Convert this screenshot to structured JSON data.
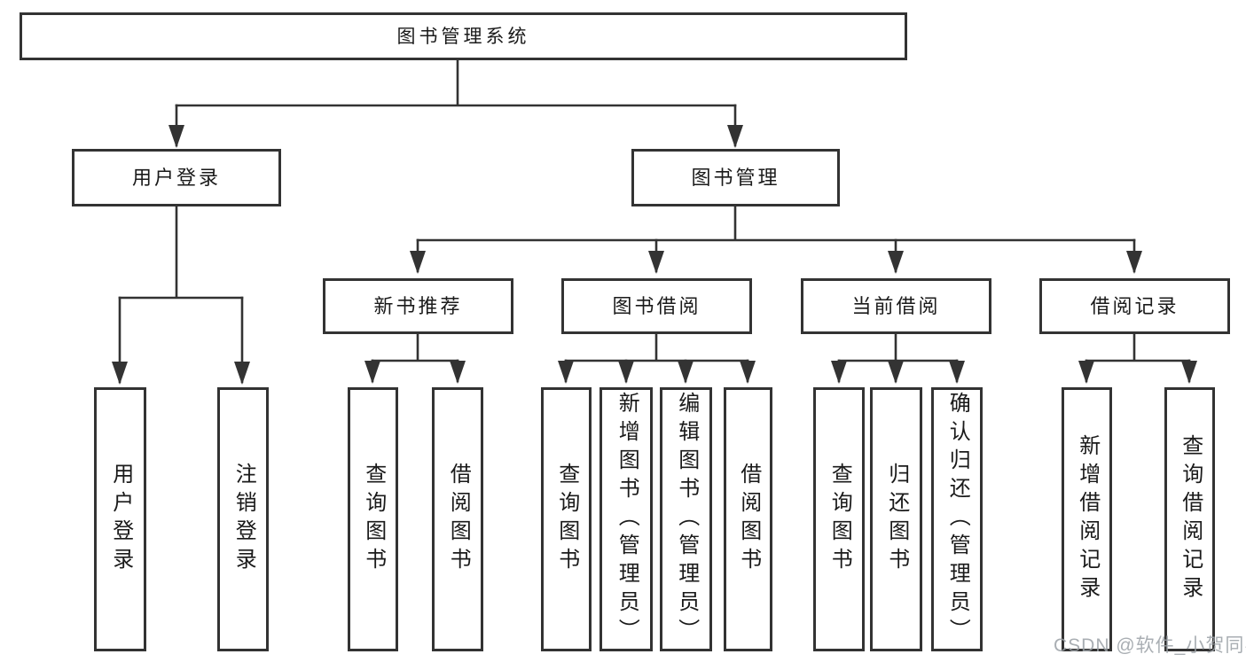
{
  "diagram": {
    "root": {
      "label": "图书管理系统"
    },
    "user_login": {
      "label": "用户登录",
      "children": [
        {
          "label": "用户登录"
        },
        {
          "label": "注销登录"
        }
      ]
    },
    "book_management": {
      "label": "图书管理",
      "sections": [
        {
          "label": "新书推荐",
          "children": [
            {
              "label": "查询图书"
            },
            {
              "label": "借阅图书"
            }
          ]
        },
        {
          "label": "图书借阅",
          "children": [
            {
              "label": "查询图书"
            },
            {
              "label": "新增图书（管理员）"
            },
            {
              "label": "编辑图书（管理员）"
            },
            {
              "label": "借阅图书"
            }
          ]
        },
        {
          "label": "当前借阅",
          "children": [
            {
              "label": "查询图书"
            },
            {
              "label": "归还图书"
            },
            {
              "label": "确认归还（管理员）"
            }
          ]
        },
        {
          "label": "借阅记录",
          "children": [
            {
              "label": "新增借阅记录"
            },
            {
              "label": "查询借阅记录"
            }
          ]
        }
      ]
    }
  },
  "watermark": {
    "text": "CSDN @软件_小贺同学"
  },
  "colors": {
    "background": "#ffffff",
    "line": "#333333",
    "box_border": "#333333",
    "box_fill": "#ffffff",
    "text": "#1a1a1a",
    "watermark": "#9ba1a6"
  }
}
